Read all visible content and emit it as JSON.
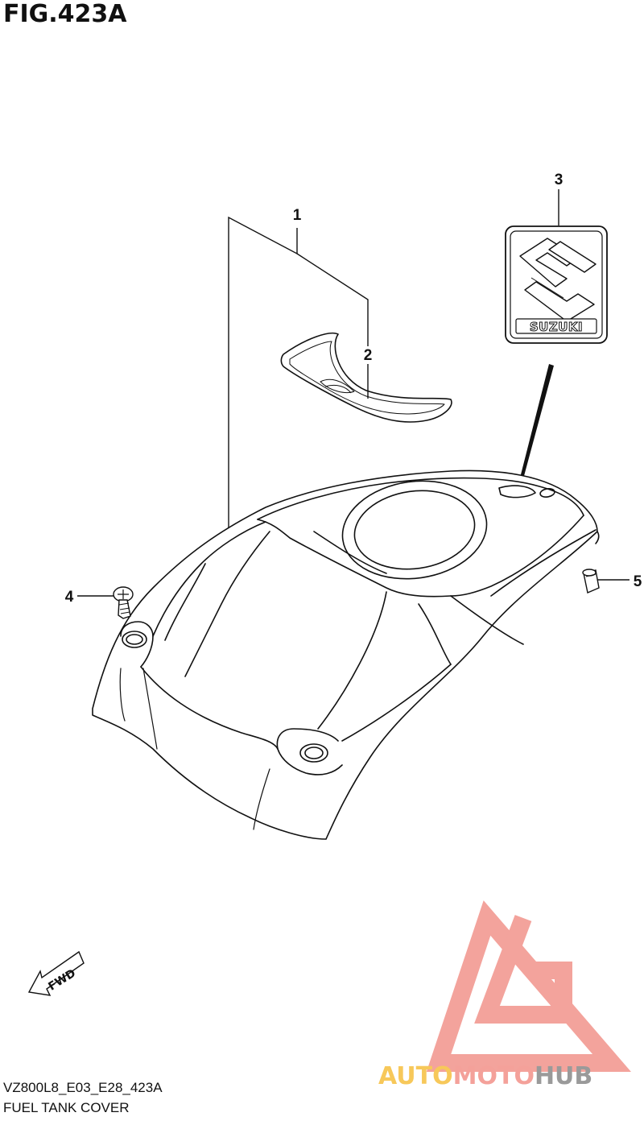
{
  "figure": {
    "title": "FIG.423A"
  },
  "callouts": [
    {
      "id": "1",
      "label": "1"
    },
    {
      "id": "2",
      "label": "2"
    },
    {
      "id": "3",
      "label": "3"
    },
    {
      "id": "4",
      "label": "4"
    },
    {
      "id": "5",
      "label": "5"
    }
  ],
  "emblem": {
    "brand_text": "SUZUKI"
  },
  "direction_arrow": {
    "label": "FWD"
  },
  "footer": {
    "code": "VZ800L8_E03_E28_423A",
    "name": "FUEL TANK COVER"
  },
  "watermark": {
    "part1": "AUTO",
    "part2": "MOTO",
    "part3": "HUB",
    "colors": {
      "auto": "#f7c85a",
      "moto": "#f4a19a",
      "hub": "#9a9a9a",
      "logo": "#f3a39c"
    }
  }
}
